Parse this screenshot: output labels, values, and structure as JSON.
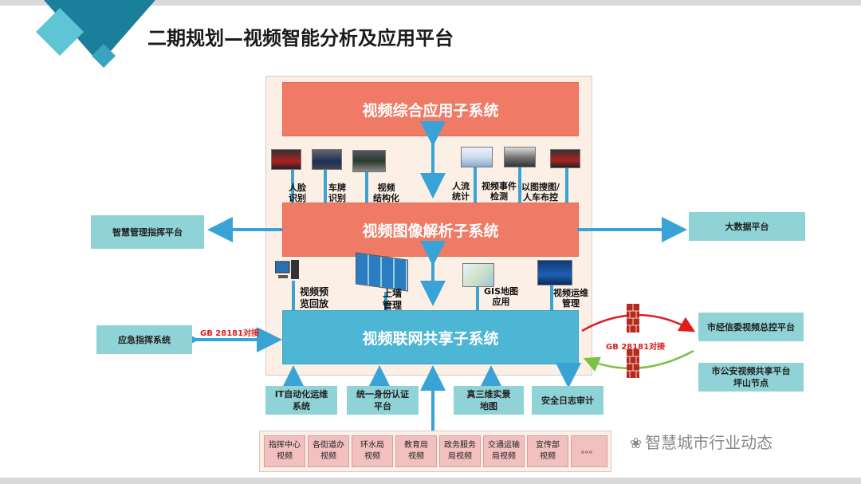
{
  "title": "二期规划—视频智能分析及应用平台",
  "systems": {
    "app": "视频综合应用子系统",
    "analysis": "视频图像解析子系统",
    "network": "视频联网共享子系统"
  },
  "upper_labels": {
    "face": [
      "人脸",
      "识别"
    ],
    "plate": [
      "车牌",
      "识别"
    ],
    "struct": [
      "视频",
      "结构化"
    ],
    "flow": [
      "人流",
      "统计"
    ],
    "event": [
      "视频事件",
      "检测"
    ],
    "search": [
      "以图搜图/",
      "人车布控"
    ]
  },
  "lower_labels": {
    "preview": [
      "视频预",
      "览回放"
    ],
    "wall": [
      "上墙",
      "管理"
    ],
    "gis": [
      "GIS地图",
      "应用"
    ],
    "ops": [
      "视频运维",
      "管理"
    ]
  },
  "side_boxes": {
    "smart_cmd": "智慧管理指挥平台",
    "bigdata": "大数据平台",
    "emergency": "应急指挥系统",
    "econ": "市经信委视频总控平台",
    "police": [
      "市公安视频共享平台",
      "坪山节点"
    ]
  },
  "gb_left": "GB 28181对接",
  "gb_right": "GB 28181对接",
  "bottom_boxes": {
    "it_ops": [
      "IT自动化运维",
      "系统"
    ],
    "auth": [
      "统一身份认证",
      "平台"
    ],
    "map3d": [
      "真三维实景",
      "地图"
    ],
    "audit": "安全日志审计"
  },
  "sources": [
    [
      "指挥中心",
      "视频"
    ],
    [
      "各街道办",
      "视频"
    ],
    [
      "环水局",
      "视频"
    ],
    [
      "教育局",
      "视频"
    ],
    [
      "政务服务",
      "局视频"
    ],
    [
      "交通运输",
      "局视频"
    ],
    [
      "宣传部",
      "视频"
    ],
    [
      "。。。"
    ]
  ],
  "watermark": "智慧城市行业动态",
  "colors": {
    "red_system": "#ef7b67",
    "blue_system": "#4db6d4",
    "teal_box": "#8fd3d6",
    "arrow": "#3aa3d6",
    "gb_red": "#e01c1c",
    "logo_dark": "#1a7f9a",
    "logo_light": "#5fc4d6"
  }
}
